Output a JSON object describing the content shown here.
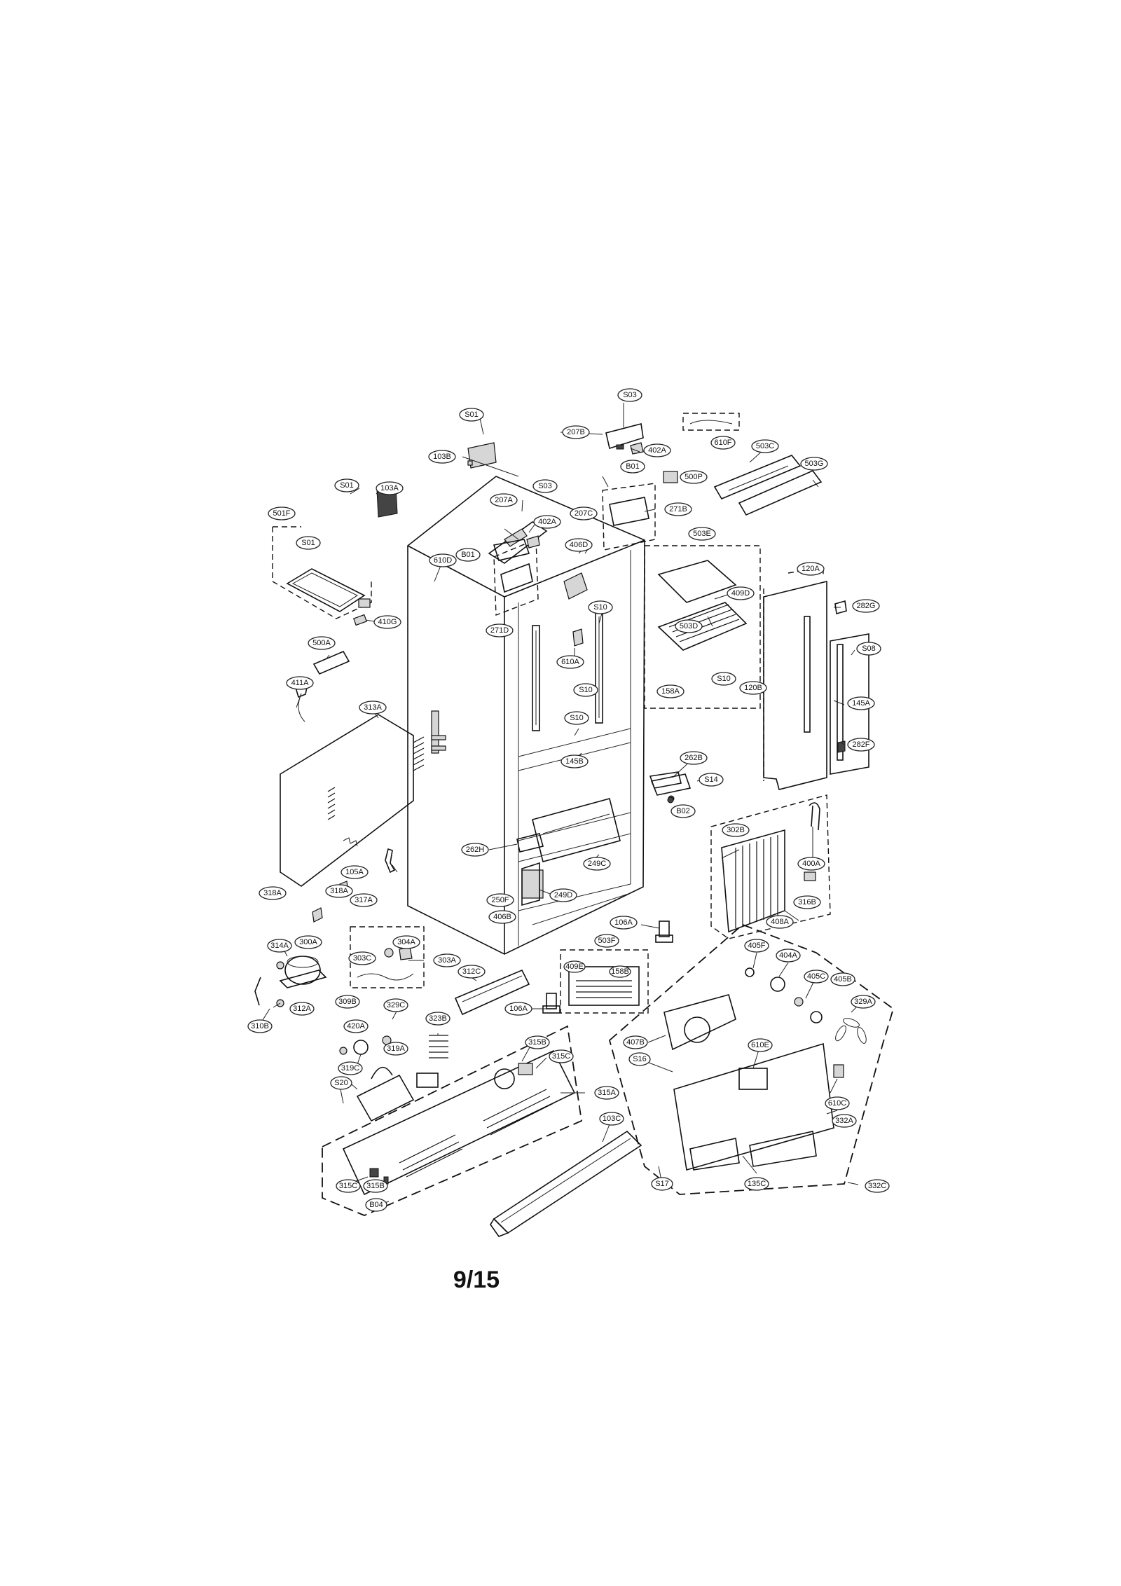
{
  "page_number": "9/15",
  "callouts": [
    {
      "label": "S03"
    },
    {
      "label": "S01"
    },
    {
      "label": "207B"
    },
    {
      "label": "402A"
    },
    {
      "label": "610F"
    },
    {
      "label": "103B"
    },
    {
      "label": "503C"
    },
    {
      "label": "B01"
    },
    {
      "label": "500P"
    },
    {
      "label": "503G"
    },
    {
      "label": "S01"
    },
    {
      "label": "103A"
    },
    {
      "label": "S03"
    },
    {
      "label": "207A"
    },
    {
      "label": "271B"
    },
    {
      "label": "501F"
    },
    {
      "label": "402A"
    },
    {
      "label": "207C"
    },
    {
      "label": "S01"
    },
    {
      "label": "406D"
    },
    {
      "label": "503E"
    },
    {
      "label": "610D"
    },
    {
      "label": "B01"
    },
    {
      "label": "409D"
    },
    {
      "label": "120A"
    },
    {
      "label": "282G"
    },
    {
      "label": "S10"
    },
    {
      "label": "503D"
    },
    {
      "label": "410G"
    },
    {
      "label": "271D"
    },
    {
      "label": "S08"
    },
    {
      "label": "500A"
    },
    {
      "label": "610A"
    },
    {
      "label": "158A"
    },
    {
      "label": "S10"
    },
    {
      "label": "120B"
    },
    {
      "label": "411A"
    },
    {
      "label": "S10"
    },
    {
      "label": "145A"
    },
    {
      "label": "313A"
    },
    {
      "label": "S10"
    },
    {
      "label": "282F"
    },
    {
      "label": "145B"
    },
    {
      "label": "262B"
    },
    {
      "label": "S14"
    },
    {
      "label": "B02"
    },
    {
      "label": "302B"
    },
    {
      "label": "262H"
    },
    {
      "label": "249C"
    },
    {
      "label": "400A"
    },
    {
      "label": "105A"
    },
    {
      "label": "316B"
    },
    {
      "label": "318A"
    },
    {
      "label": "249D"
    },
    {
      "label": "318A"
    },
    {
      "label": "317A"
    },
    {
      "label": "250F"
    },
    {
      "label": "408A"
    },
    {
      "label": "406B"
    },
    {
      "label": "106A"
    },
    {
      "label": "314A"
    },
    {
      "label": "300A"
    },
    {
      "label": "304A"
    },
    {
      "label": "503F"
    },
    {
      "label": "405F"
    },
    {
      "label": "303C"
    },
    {
      "label": "303A"
    },
    {
      "label": "404A"
    },
    {
      "label": "409E"
    },
    {
      "label": "158B"
    },
    {
      "label": "405C"
    },
    {
      "label": "405B"
    },
    {
      "label": "312C"
    },
    {
      "label": "329A"
    },
    {
      "label": "309B"
    },
    {
      "label": "312A"
    },
    {
      "label": "329C"
    },
    {
      "label": "106A"
    },
    {
      "label": "310B"
    },
    {
      "label": "420A"
    },
    {
      "label": "323B"
    },
    {
      "label": "407B"
    },
    {
      "label": "315B"
    },
    {
      "label": "610E"
    },
    {
      "label": "319A"
    },
    {
      "label": "315C"
    },
    {
      "label": "S16"
    },
    {
      "label": "319C"
    },
    {
      "label": "S20"
    },
    {
      "label": "315A"
    },
    {
      "label": "610C"
    },
    {
      "label": "103C"
    },
    {
      "label": "332A"
    },
    {
      "label": "135C"
    },
    {
      "label": "315C"
    },
    {
      "label": "315B"
    },
    {
      "label": "S17"
    },
    {
      "label": "332C"
    },
    {
      "label": "B04"
    }
  ]
}
